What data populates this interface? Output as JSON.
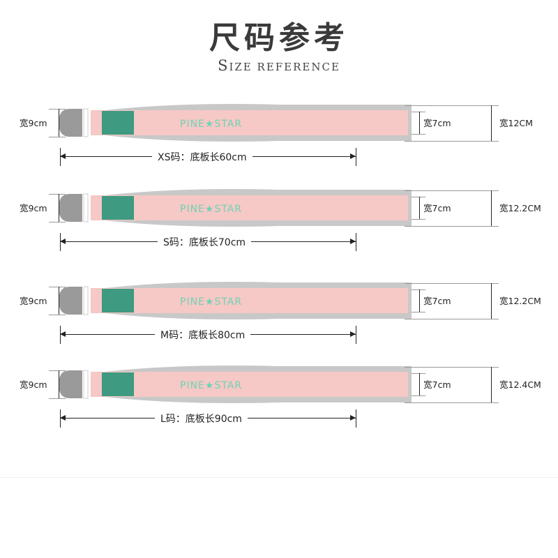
{
  "title": "尺码参考",
  "subtitle": {
    "first": "S",
    "rest": "IZE REFERENCE"
  },
  "brand": "PINE★STAR",
  "colors": {
    "belt": "#f6c8c6",
    "patch": "#3e9a80",
    "tip": "#9a9a9a",
    "back": "#c8c8c8",
    "brand_text": "#6fd3b5"
  },
  "sizes": [
    {
      "left_width": "宽9cm",
      "mid_width": "宽7cm",
      "max_width": "宽12CM",
      "length": "XS码：底板长60cm"
    },
    {
      "left_width": "宽9cm",
      "mid_width": "宽7cm",
      "max_width": "宽12.2CM",
      "length": "S码：底板长70cm"
    },
    {
      "left_width": "宽9cm",
      "mid_width": "宽7cm",
      "max_width": "宽12.2CM",
      "length": "M码：底板长80cm"
    },
    {
      "left_width": "宽9cm",
      "mid_width": "宽7cm",
      "max_width": "宽12.4CM",
      "length": "L码：底板长90cm"
    }
  ]
}
